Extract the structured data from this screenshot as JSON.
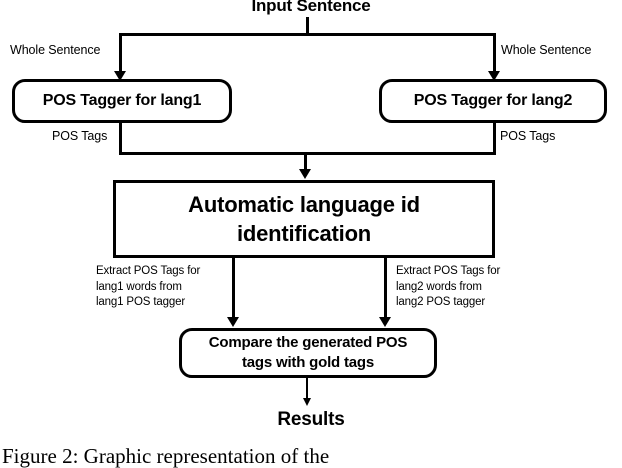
{
  "figure": {
    "input_title": "Input Sentence",
    "output_title": "Results",
    "caption": "Figure   2:        Graphic   representation   of   the"
  },
  "edges": {
    "whole_sentence_left": "Whole Sentence",
    "whole_sentence_right": "Whole Sentence",
    "pos_tags_left": "POS Tags",
    "pos_tags_right": "POS Tags",
    "extract_left": {
      "line1": "Extract POS Tags for",
      "line2": "lang1 words from",
      "line3": "lang1  POS tagger"
    },
    "extract_right": {
      "line1": "Extract POS Tags for",
      "line2": "lang2  words from",
      "line3": " lang2 POS tagger"
    }
  },
  "nodes": {
    "tagger_lang1": "POS Tagger for lang1",
    "tagger_lang2": "POS Tagger for lang2",
    "language_id": {
      "line1": "Automatic language id",
      "line2": "identification"
    },
    "compare": {
      "line1": "Compare the generated POS",
      "line2": "tags with gold tags"
    }
  },
  "colors": {
    "stroke": "#000000",
    "fill": "#ffffff",
    "text": "#000000"
  }
}
